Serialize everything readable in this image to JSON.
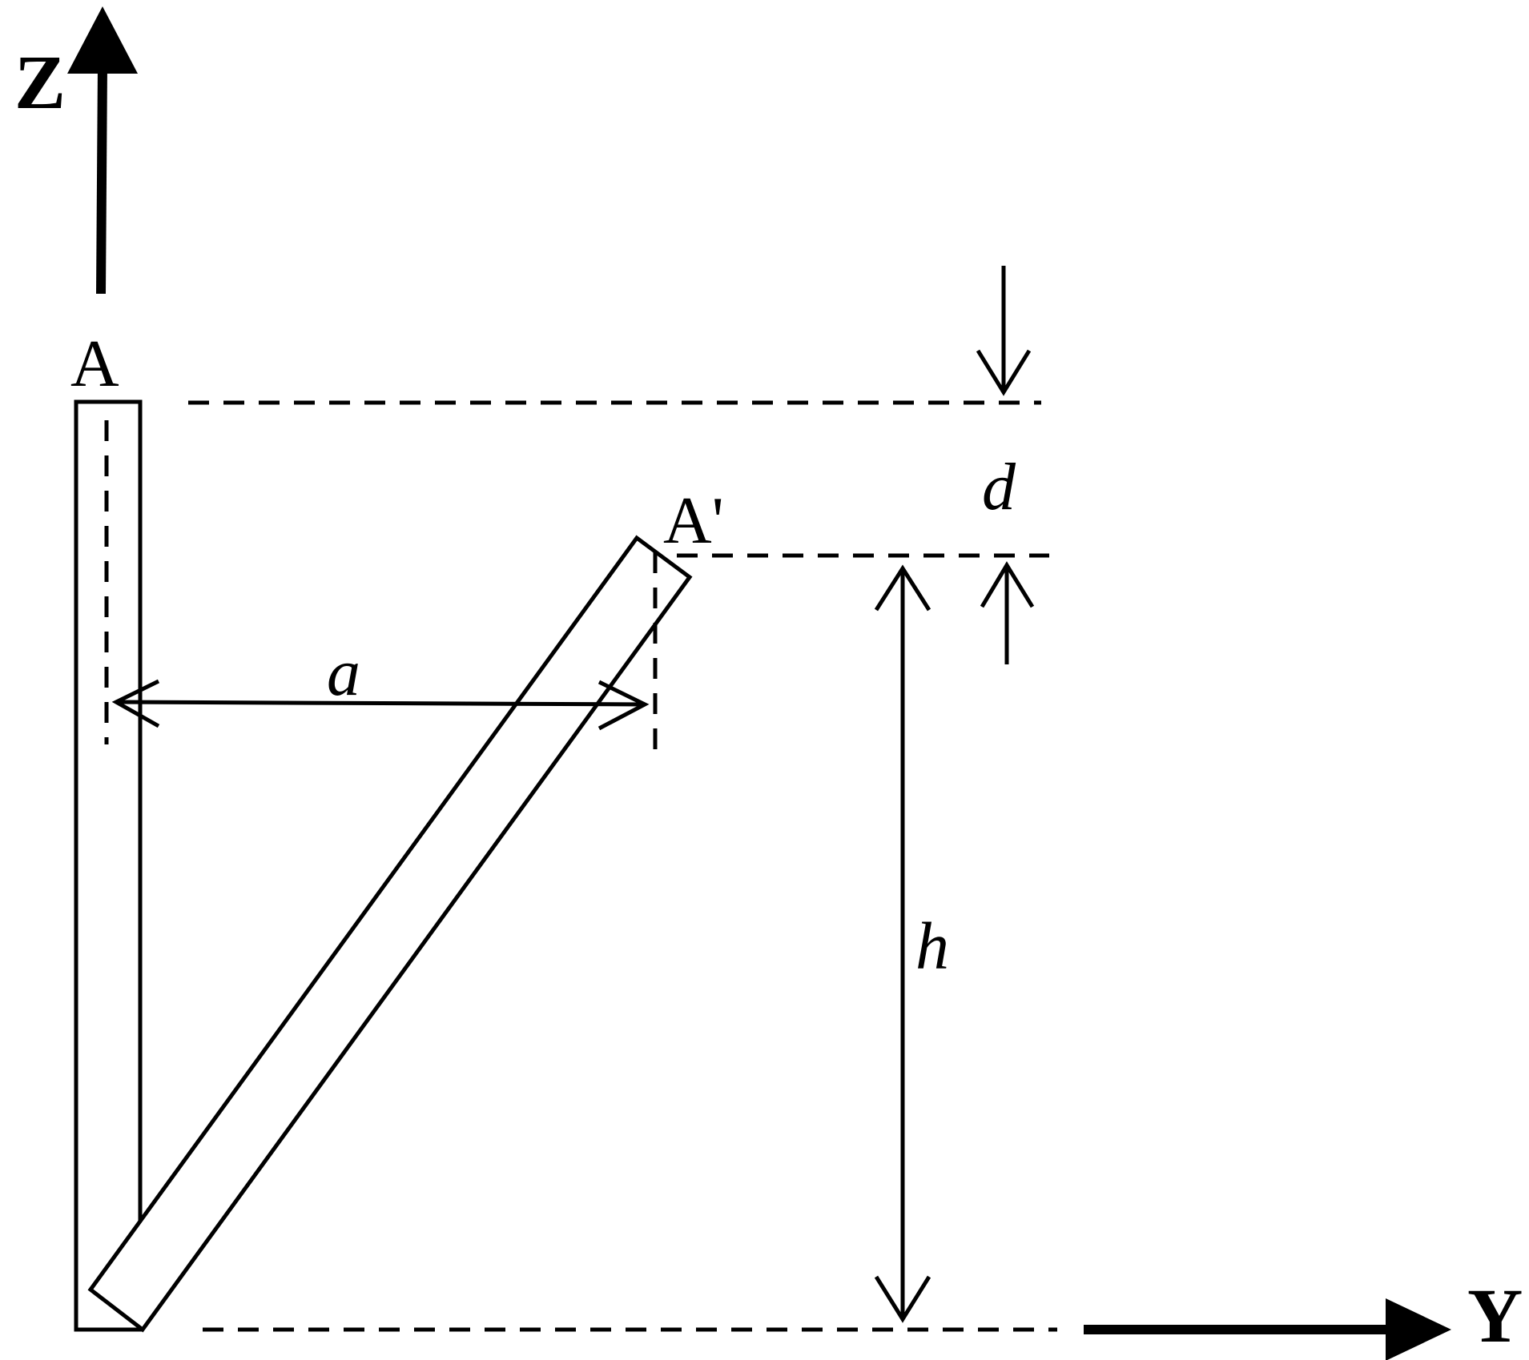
{
  "labels": {
    "z_axis": "Z",
    "y_axis": "Y",
    "point_a": "A",
    "point_a_prime": "A'",
    "dim_a": "a",
    "dim_d": "d",
    "dim_h": "h"
  },
  "colors": {
    "ink": "#000000",
    "background": "#ffffff"
  }
}
